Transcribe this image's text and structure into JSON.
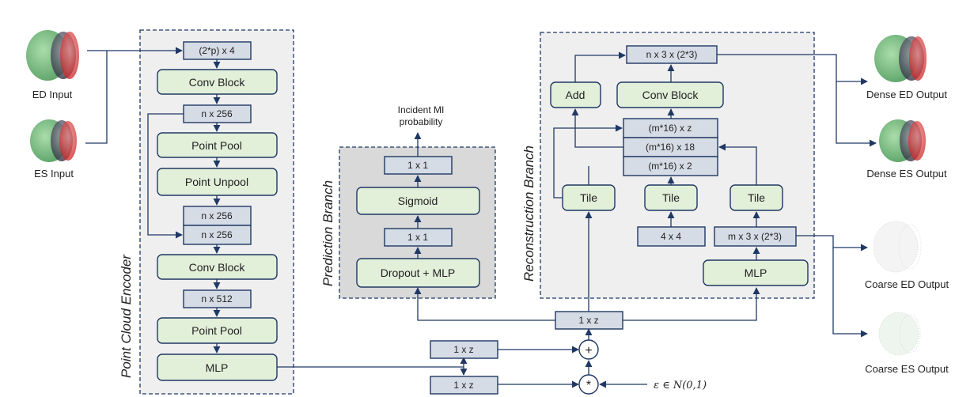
{
  "inputs": {
    "ed": "ED Input",
    "es": "ES Input"
  },
  "encoder": {
    "title": "Point Cloud Encoder",
    "in_shape": "(2*p) x 4",
    "conv1": "Conv Block",
    "s256a": "n x 256",
    "pool1": "Point Pool",
    "unpool": "Point Unpool",
    "s256b": "n x 256",
    "s256c": "n x 256",
    "conv2": "Conv Block",
    "s512": "n x 512",
    "pool2": "Point Pool",
    "mlp": "MLP"
  },
  "latent": {
    "mu": "1 x z",
    "sigma": "1 x z",
    "plus": "+",
    "mult": "*",
    "eps": "ε ∈ N(0,1)",
    "z": "1 x z"
  },
  "prediction": {
    "title": "Prediction Branch",
    "dropout": "Dropout + MLP",
    "s11a": "1 x 1",
    "sigmoid": "Sigmoid",
    "s11b": "1 x 1",
    "out_line1": "Incident MI",
    "out_line2": "probability"
  },
  "reconstruction": {
    "title": "Reconstruction Branch",
    "out_shape": "n x 3 x (2*3)",
    "add": "Add",
    "conv": "Conv Block",
    "c1": "(m*16) x z",
    "c2": "(m*16) x 18",
    "c3": "(m*16) x 2",
    "tile1": "Tile",
    "tile2": "Tile",
    "tile3": "Tile",
    "grid": "4 x 4",
    "coarse": "m x 3 x (2*3)",
    "mlp": "MLP"
  },
  "outputs": {
    "dense_ed": "Dense ED Output",
    "dense_es": "Dense ES Output",
    "coarse_ed": "Coarse ED Output",
    "coarse_es": "Coarse ES Output"
  }
}
